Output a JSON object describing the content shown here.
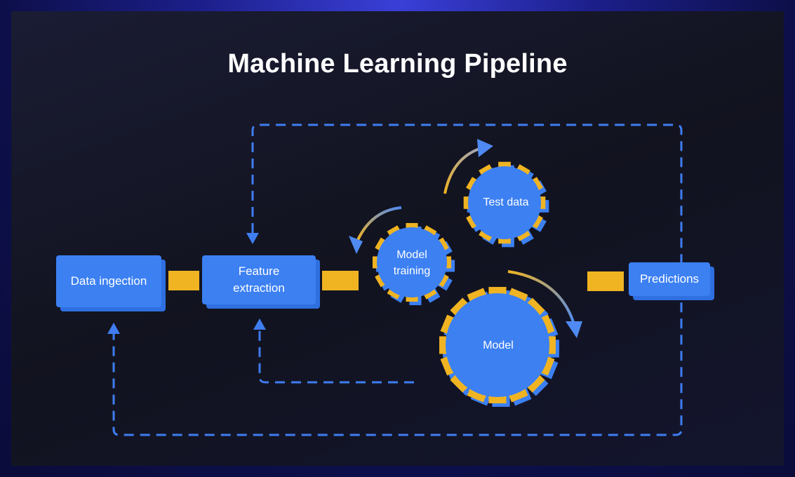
{
  "title": "Machine Learning Pipeline",
  "nodes": {
    "data_ingestion": "Data ingection",
    "feature_extraction": "Feature extraction",
    "model_training": "Model training",
    "test_data": "Test data",
    "model": "Model",
    "predictions": "Predictions"
  },
  "colors": {
    "node_blue": "#3c80f2",
    "accent_yellow": "#f0b422",
    "dashed_line": "#3f7df0"
  }
}
